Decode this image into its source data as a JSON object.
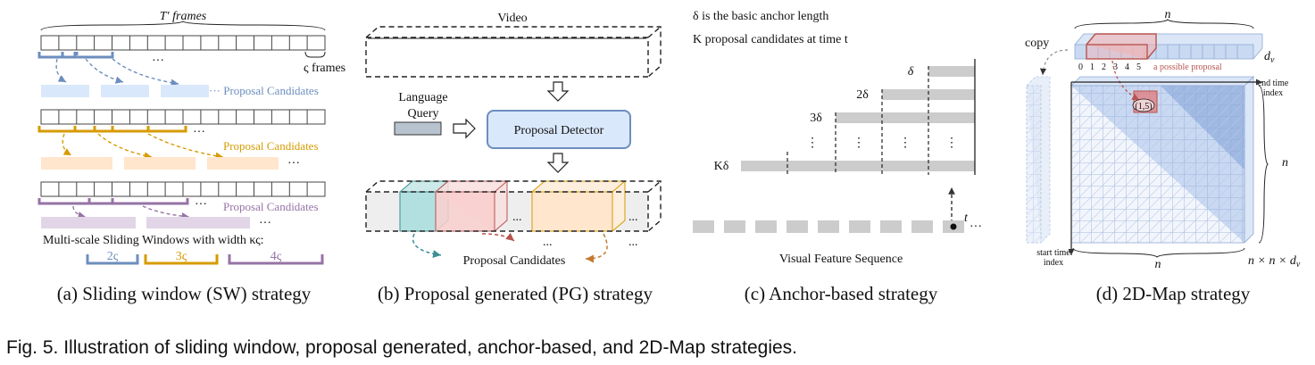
{
  "figure_caption": "Fig. 5. Illustration of sliding window, proposal generated, anchor-based, and 2D-Map strategies.",
  "colors": {
    "sw_blue": "#6c8ebf",
    "sw_blue_fill": "#dae8fc",
    "sw_orange": "#d79b00",
    "sw_orange_fill": "#ffe6cc",
    "sw_purple": "#9673a6",
    "sw_purple_fill": "#e1d5e7",
    "pg_detector_fill": "#dae8fc",
    "pg_teal": "#b2e0e0",
    "pg_red": "#f8cecc",
    "anchor_gray": "#cccccc",
    "map_blue": "#c9d9f2",
    "map_red": "#e07a7a"
  },
  "panel_a": {
    "caption": "(a)  Sliding window (SW) strategy",
    "frames_label": "T′ frames",
    "step_label": "ς frames",
    "rows": [
      {
        "label": "Proposal Candidates",
        "dots": "···",
        "dots2": "···"
      },
      {
        "label": "Proposal Candidates",
        "dots": "···",
        "dots2": "···"
      },
      {
        "label": "Proposal Candidates",
        "dots": "···",
        "dots2": "···"
      }
    ],
    "multiscale_label": "Multi-scale Sliding Windows with width κς:",
    "scales": [
      "2ς",
      "3ς",
      "4ς"
    ]
  },
  "panel_b": {
    "caption": "(b)  Proposal generated (PG) strategy",
    "video_label": "Video",
    "query_label_1": "Language",
    "query_label_2": "Query",
    "detector_label": "Proposal Detector",
    "candidates_label": "Proposal Candidates",
    "dots": "..."
  },
  "panel_c": {
    "caption": "(c)  Anchor-based strategy",
    "note_1": "δ is the basic anchor length",
    "note_2": "K proposal candidates at time t",
    "anchor_labels": [
      "δ",
      "2δ",
      "3δ",
      "⋮",
      "Kδ"
    ],
    "time_label": "t",
    "sequence_label": "Visual Feature Sequence",
    "dots": "···"
  },
  "panel_d": {
    "caption": "(d)  2D-Map strategy",
    "top_n": "n",
    "copy_label": "copy",
    "dv_label": "d_v",
    "index_labels": [
      "0",
      "1",
      "2",
      "3",
      "4",
      "5"
    ],
    "proposal_note": "a possible proposal",
    "end_label_1": "end time",
    "end_label_2": "index",
    "point_label": "(1,5)",
    "side_n": "n",
    "start_label_1": "start time",
    "start_label_2": "index",
    "bottom_n": "n",
    "dims_label": "n × n × d_v"
  }
}
